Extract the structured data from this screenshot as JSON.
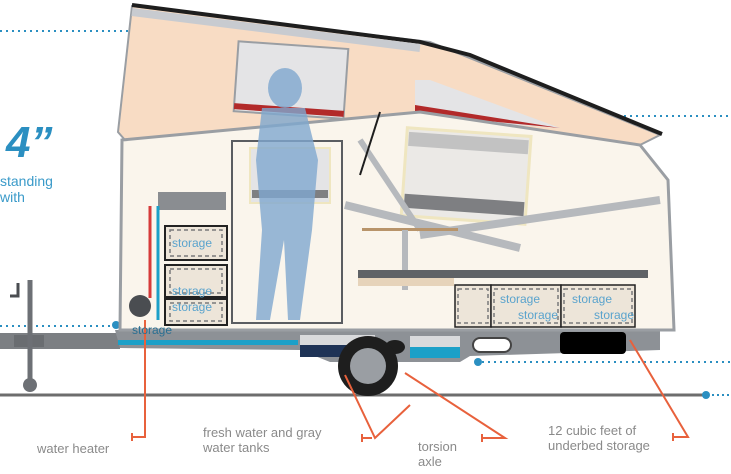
{
  "headline": {
    "number": "4”",
    "line1": "standing",
    "line2": "with"
  },
  "storage_label": "storage",
  "storage_labels": [
    {
      "id": "galley-drawer-1",
      "text": "storage"
    },
    {
      "id": "galley-drawer-2",
      "text": "storage"
    },
    {
      "id": "galley-drawer-3",
      "text": "storage"
    },
    {
      "id": "underbed-1a",
      "text": "storage"
    },
    {
      "id": "underbed-1b",
      "text": "storage"
    },
    {
      "id": "underbed-2a",
      "text": "storage"
    },
    {
      "id": "underbed-2b",
      "text": "storage"
    },
    {
      "id": "floor",
      "text": "storage"
    }
  ],
  "callouts": [
    {
      "id": "water-heater",
      "text": "water heater"
    },
    {
      "id": "water-tanks",
      "line1": "fresh water and gray",
      "line2": "water tanks"
    },
    {
      "id": "torsion-axle",
      "line1": "torsion",
      "line2": "axle"
    },
    {
      "id": "underbed-storage",
      "line1": "12 cubic feet of",
      "line2": "underbed storage"
    }
  ],
  "colors": {
    "accent_blue": "#2b8fc1",
    "callout_orange": "#e8613c",
    "canvas_tan": "#f8dcc4",
    "interior_cream": "#faf5ec",
    "frame_gray": "#9a9ea3",
    "ground_line": "#6d6d6d",
    "label_gray": "#8a8a8a"
  }
}
